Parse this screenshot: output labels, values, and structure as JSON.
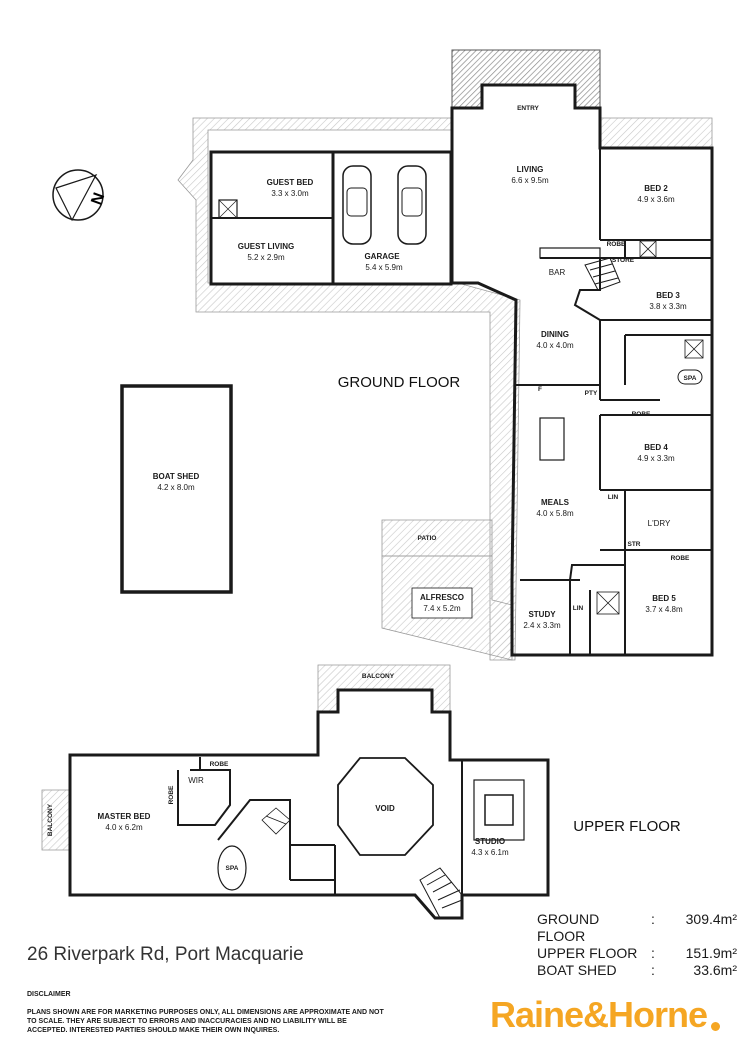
{
  "floors": {
    "ground": "GROUND FLOOR",
    "upper": "UPPER FLOOR"
  },
  "rooms": {
    "entry": {
      "name": "ENTRY"
    },
    "living": {
      "name": "LIVING",
      "dim": "6.6 x 9.5m"
    },
    "guest_bed": {
      "name": "GUEST BED",
      "dim": "3.3 x 3.0m"
    },
    "guest_living": {
      "name": "GUEST LIVING",
      "dim": "5.2 x 2.9m"
    },
    "garage": {
      "name": "GARAGE",
      "dim": "5.4 x 5.9m"
    },
    "bed2": {
      "name": "BED 2",
      "dim": "4.9 x 3.6m"
    },
    "bed3": {
      "name": "BED 3",
      "dim": "3.8 x 3.3m"
    },
    "bed4": {
      "name": "BED 4",
      "dim": "4.9 x 3.3m"
    },
    "bed5": {
      "name": "BED 5",
      "dim": "3.7 x 4.8m"
    },
    "dining": {
      "name": "DINING",
      "dim": "4.0 x 4.0m"
    },
    "meals": {
      "name": "MEALS",
      "dim": "4.0 x 5.8m"
    },
    "study": {
      "name": "STUDY",
      "dim": "2.4 x 3.3m"
    },
    "alfresco": {
      "name": "ALFRESCO",
      "dim": "7.4 x 5.2m"
    },
    "boat_shed": {
      "name": "BOAT SHED",
      "dim": "4.2 x 8.0m"
    },
    "master_bed": {
      "name": "MASTER BED",
      "dim": "4.0 x 6.2m"
    },
    "studio": {
      "name": "STUDIO",
      "dim": "4.3 x 6.1m"
    },
    "void": {
      "name": "VOID"
    }
  },
  "labels": {
    "bar": "BAR",
    "store": "STORE",
    "robe": "ROBE",
    "pty": "PTY",
    "spa": "SPA",
    "lin": "LIN",
    "ldry": "L'DRY",
    "str": "STR",
    "patio": "PATIO",
    "wir": "WIR",
    "balcony": "BALCONY",
    "f": "F",
    "compass": "N"
  },
  "areas": [
    {
      "name": "GROUND FLOOR",
      "value": "309.4m²"
    },
    {
      "name": "UPPER FLOOR",
      "value": "151.9m²"
    },
    {
      "name": "BOAT SHED",
      "value": "33.6m²"
    }
  ],
  "address": "26 Riverpark Rd, Port Macquarie",
  "disclaimer": {
    "title": "DISCLAIMER",
    "text": "PLANS SHOWN ARE FOR MARKETING PURPOSES ONLY, ALL DIMENSIONS ARE APPROXIMATE AND NOT TO SCALE. THEY ARE SUBJECT TO ERRORS AND INACCURACIES AND NO LIABILITY WILL BE ACCEPTED. INTERESTED PARTIES SHOULD MAKE THEIR OWN INQUIRES."
  },
  "brand": "Raine&Horne",
  "colors": {
    "brand": "#f5a623",
    "wall": "#1a1a1a",
    "deck": "#b8b8b8"
  }
}
